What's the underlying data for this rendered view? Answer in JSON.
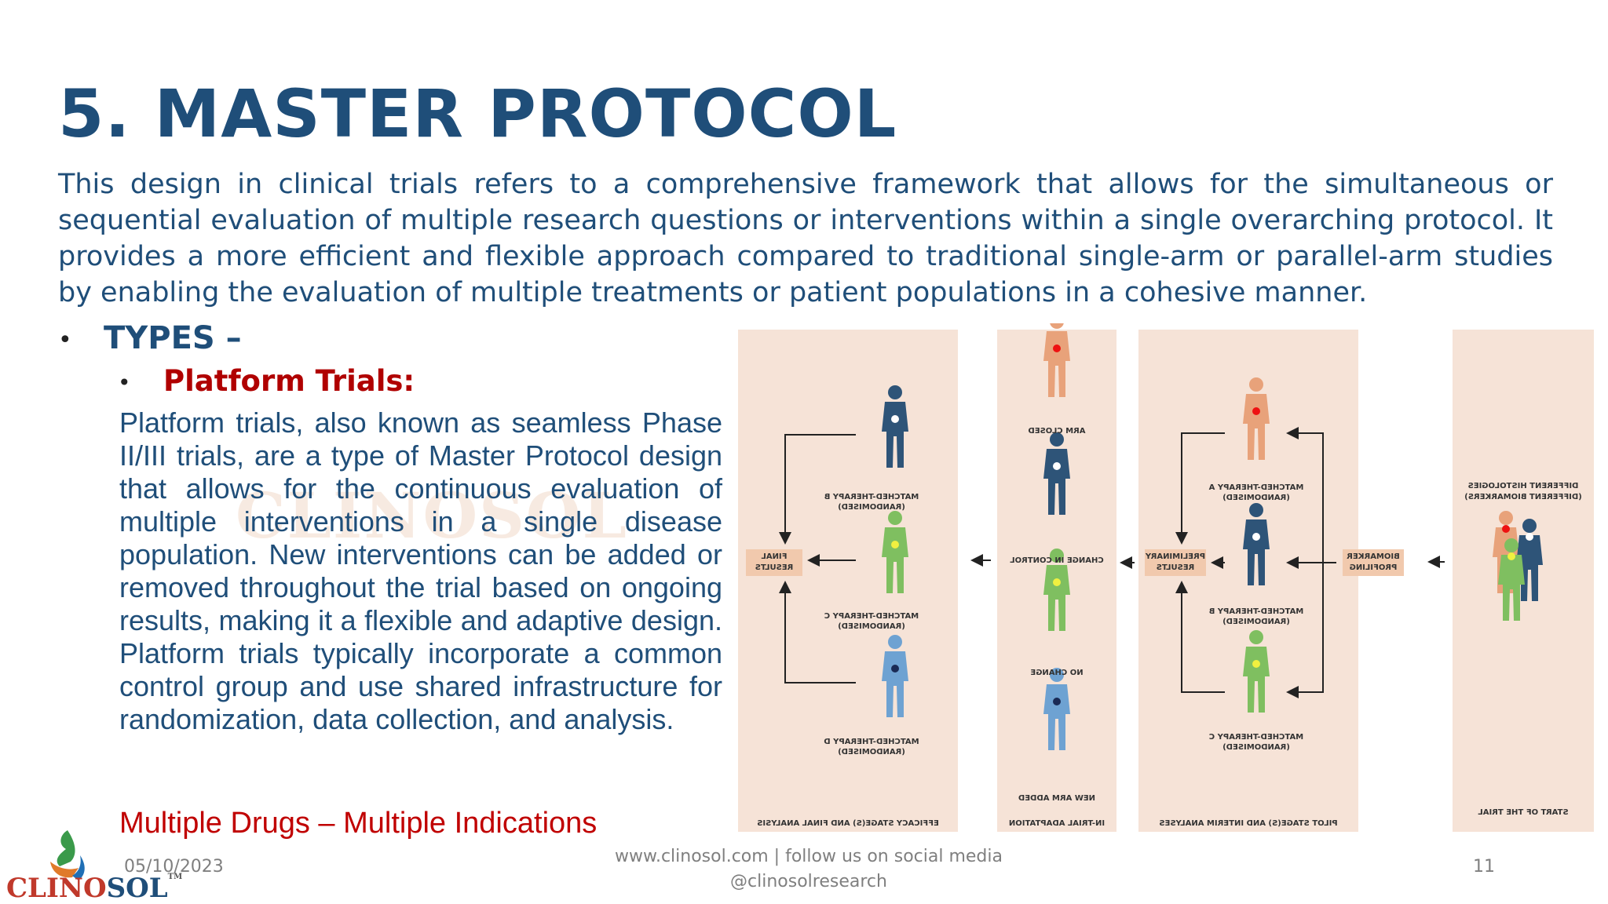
{
  "slide": {
    "title": "5. MASTER PROTOCOL",
    "intro": "This design in clinical trials refers to a comprehensive framework that allows for the simultaneous or sequential evaluation of multiple research questions or interventions within a single overarching protocol. It provides a more efficient and flexible approach compared to traditional single-arm or parallel-arm studies by enabling the evaluation of multiple treatments or patient populations in a cohesive manner.",
    "bullet_types": "TYPES –",
    "bullet_platform": "Platform Trials:",
    "platform_text": "Platform trials, also known as seamless Phase II/III trials, are a type of Master Protocol design that allows for the continuous evaluation of multiple interventions in a single disease population. New interventions can be added or removed throughout the trial based on ongoing results, making it a flexible and adaptive design. Platform trials typically incorporate a common control group and use shared infrastructure for randomization, data collection, and analysis.",
    "tagline": "Multiple Drugs – Multiple Indications",
    "watermark": "CLINOSOL"
  },
  "footer": {
    "date": "05/10/2023",
    "website": "www.clinosol.com | follow us on social media",
    "handle": "@clinosolresearch",
    "page": "11"
  },
  "logo": {
    "word_a": "CLINO",
    "word_b": "SOL",
    "tm": "TM"
  },
  "figure": {
    "start_label": "START OF THE TRIAL",
    "histologies": "DIFFERENT HISTOLOGIES",
    "histologies_sub": "(DIFFERENT BIOMARKERS)",
    "biomarker_line1": "BIOMARKER",
    "biomarker_line2": "PROFILING",
    "prelim_line1": "PRELIMINARY",
    "prelim_line2": "RESULTS",
    "final_line1": "FINAL",
    "final_line2": "RESULTS",
    "matched_a": "MATCHED-THERAPY A",
    "matched_b": "MATCHED-THERAPY B",
    "matched_c": "MATCHED-THERAPY C",
    "matched_d": "MATCHED-THERAPY D",
    "randomised": "(RANDOMISED)",
    "pilot_label": "PILOT STAGE(S) AND INTERIM ANALYSES",
    "arm_closed": "ARM CLOSED",
    "change_control": "CHANGE IN CONTROL",
    "no_change": "NO CHANGE",
    "new_arm": "NEW ARM ADDED",
    "adaptation_label": "IN-TRIAL ADAPTATION",
    "efficacy_label": "EFFICACY STAGE(S) AND FINAL ANALYSIS",
    "colors": {
      "panel": "#f6e3d7",
      "orange": "#e8a27a",
      "dark": "#2e5478",
      "green": "#7fbf60",
      "blue": "#6ea2d2",
      "label_box": "#f1c9ad"
    }
  }
}
